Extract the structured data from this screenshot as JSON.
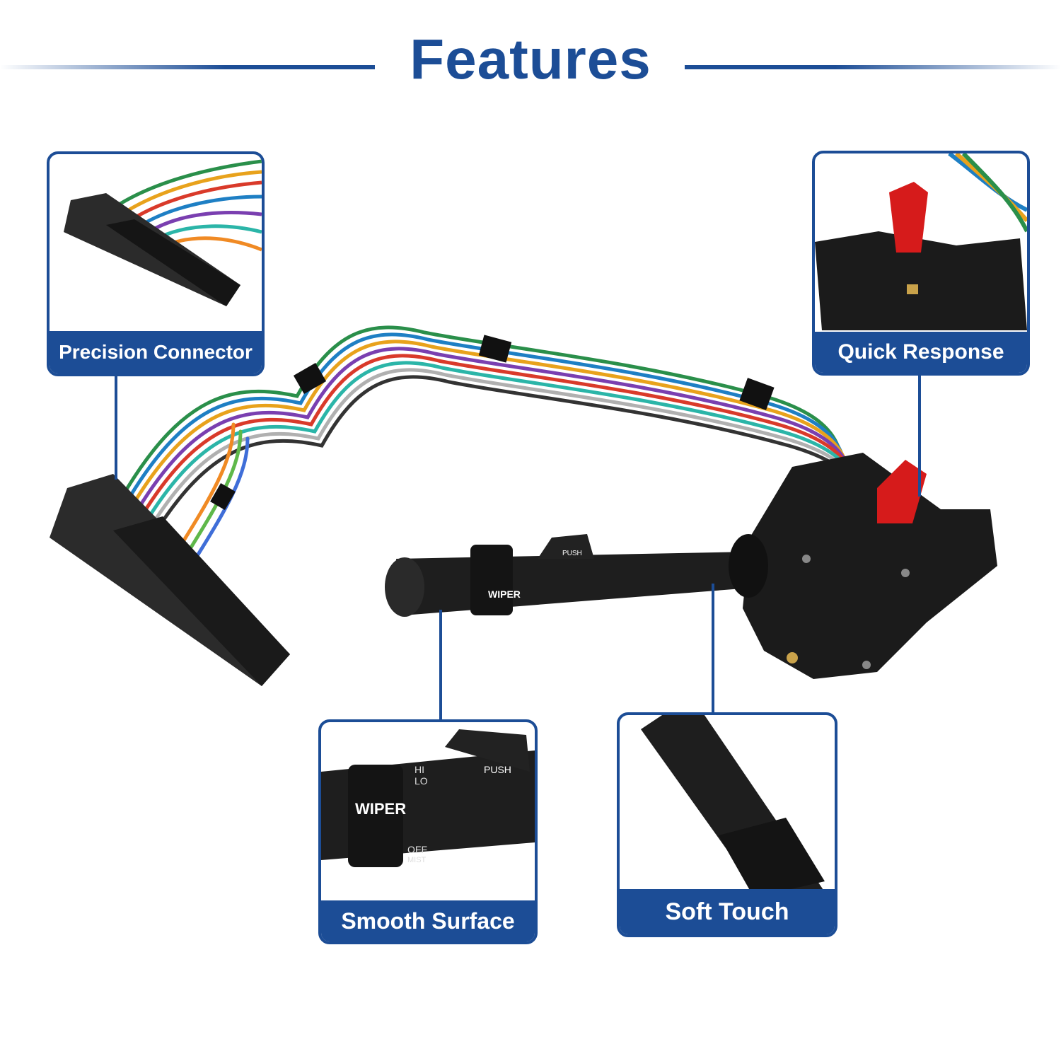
{
  "title": "Features",
  "colors": {
    "brand_blue": "#1c4d96",
    "background": "#ffffff"
  },
  "callouts": [
    {
      "id": "precision-connector",
      "label": "Precision Connector"
    },
    {
      "id": "quick-response",
      "label": "Quick Response"
    },
    {
      "id": "smooth-surface",
      "label": "Smooth Surface"
    },
    {
      "id": "soft-touch",
      "label": "Soft Touch"
    }
  ],
  "lever_markings": {
    "wiper": "WIPER",
    "push": "PUSH",
    "hi": "HI",
    "lo": "LO",
    "off": "OFF",
    "mist": "MIST"
  }
}
